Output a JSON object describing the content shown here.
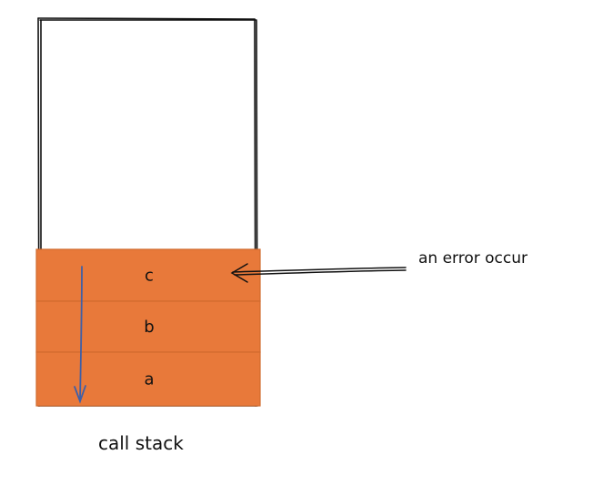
{
  "diagram": {
    "frames": [
      "c",
      "b",
      "a"
    ],
    "annotation": "an error occur",
    "caption": "call stack",
    "colors": {
      "frame_fill": "#E8793A",
      "frame_edge": "#D06A2E",
      "outline": "#111111",
      "unwind_arrow": "#3D5FA8",
      "pointer_arrow": "#111111",
      "background": "#ffffff"
    }
  }
}
